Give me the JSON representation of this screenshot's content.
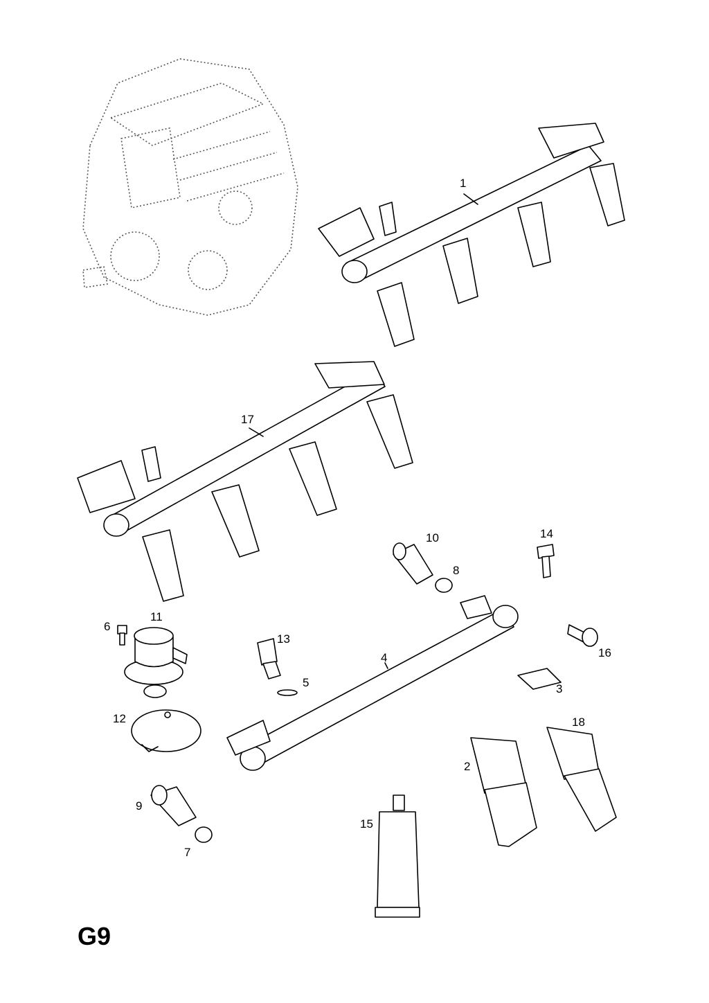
{
  "sheet": {
    "code": "G9"
  },
  "callouts": [
    {
      "id": "1",
      "text": "1"
    },
    {
      "id": "17",
      "text": "17"
    },
    {
      "id": "10",
      "text": "10"
    },
    {
      "id": "14",
      "text": "14"
    },
    {
      "id": "8",
      "text": "8"
    },
    {
      "id": "11",
      "text": "11"
    },
    {
      "id": "6",
      "text": "6"
    },
    {
      "id": "13",
      "text": "13"
    },
    {
      "id": "4",
      "text": "4"
    },
    {
      "id": "16",
      "text": "16"
    },
    {
      "id": "5",
      "text": "5"
    },
    {
      "id": "3",
      "text": "3"
    },
    {
      "id": "12",
      "text": "12"
    },
    {
      "id": "18",
      "text": "18"
    },
    {
      "id": "2",
      "text": "2"
    },
    {
      "id": "9",
      "text": "9"
    },
    {
      "id": "15",
      "text": "15"
    },
    {
      "id": "7",
      "text": "7"
    }
  ]
}
